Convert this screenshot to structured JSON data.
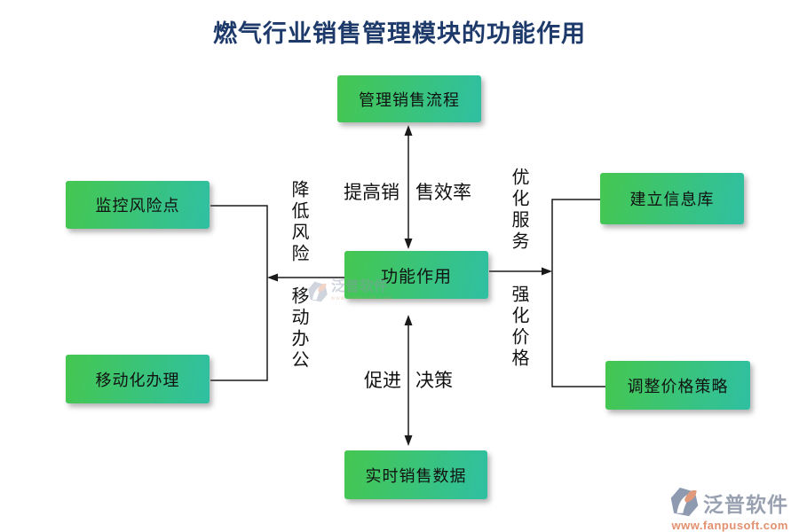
{
  "title": "燃气行业销售管理模块的功能作用",
  "diagram": {
    "center_node": "功能作用",
    "nodes": {
      "top": "管理销售流程",
      "bottom": "实时销售数据",
      "left_top": "监控风险点",
      "left_bottom": "移动化办理",
      "right_top": "建立信息库",
      "right_bottom": "调整价格策略"
    },
    "edge_labels": {
      "top_left": "提高销",
      "top_right": "售效率",
      "bottom_left": "促进",
      "bottom_right": "决策",
      "left_upper": "降低风险",
      "left_lower": "移动办公",
      "right_upper": "优化服务",
      "right_lower": "强化价格"
    },
    "colors": {
      "box_gradient_start": "#45c750",
      "box_gradient_end": "#2fc0a2",
      "title_color": "#1d3a6b",
      "line_color": "#1a1a1a"
    }
  },
  "watermark": {
    "name": "泛普软件",
    "subtext": "www.fanpusoft.com"
  },
  "branding": {
    "name": "泛普软件",
    "url": "www.fanpusoft.com",
    "name_color": "#99a1b1",
    "url_color": "#e2906e"
  }
}
